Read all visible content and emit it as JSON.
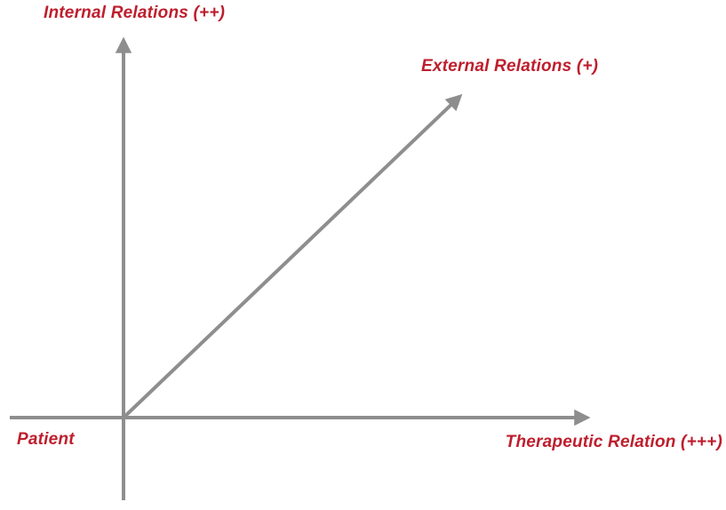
{
  "diagram": {
    "type": "conceptual-axes",
    "labels": {
      "y_axis": "Internal Relations (++)",
      "diagonal": "External Relations (+)",
      "x_axis": "Therapeutic Relation (+++)",
      "origin": "Patient"
    },
    "colors": {
      "label_text": "#be1e2d",
      "arrow": "#8e8e8e",
      "background": "#ffffff"
    },
    "arrows": [
      {
        "name": "y-axis-arrow",
        "direction": "up",
        "label": "Internal Relations (++)"
      },
      {
        "name": "x-axis-arrow",
        "direction": "right",
        "label": "Therapeutic Relation (+++)"
      },
      {
        "name": "diagonal-arrow",
        "direction": "up-right",
        "label": "External Relations (+)"
      }
    ]
  }
}
